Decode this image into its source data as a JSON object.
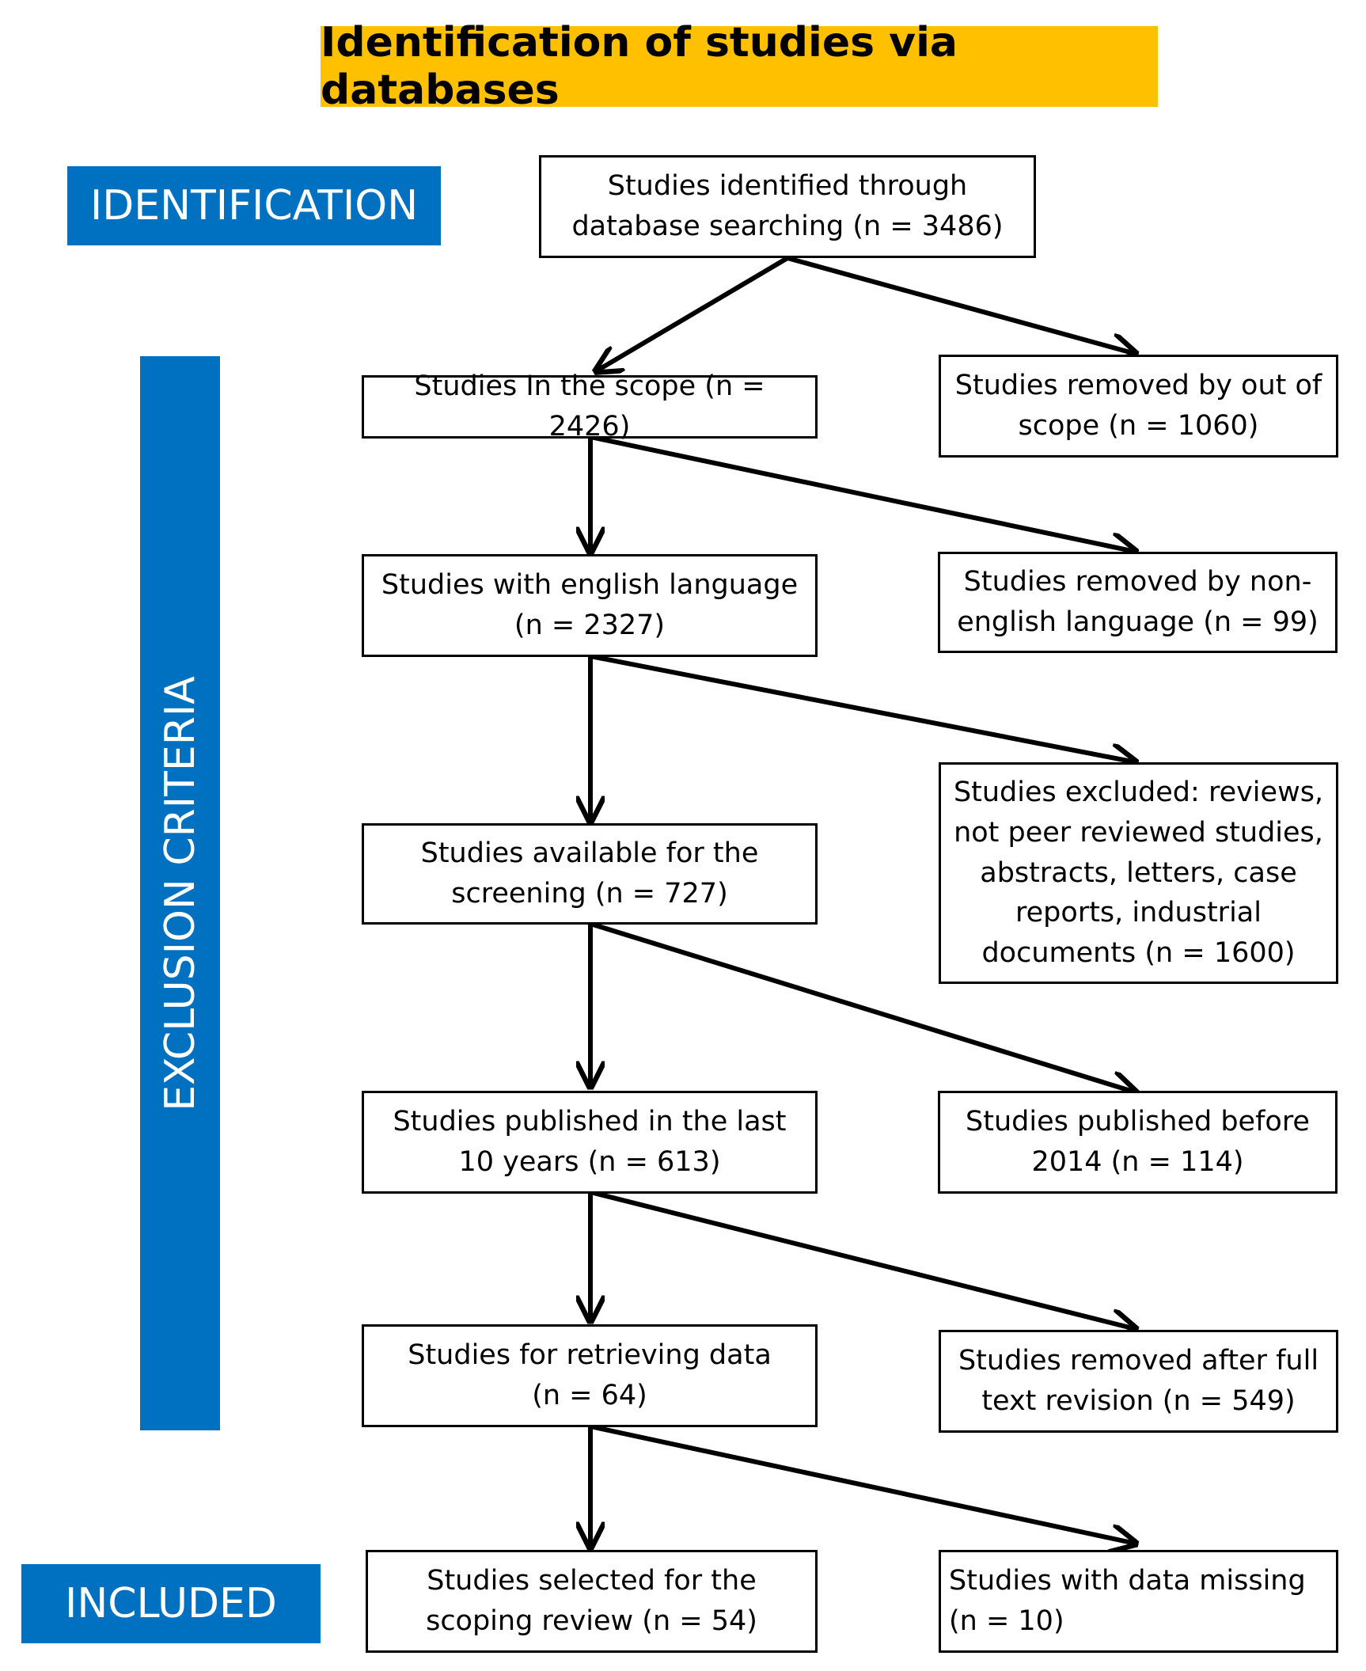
{
  "title": "Identification of studies via databases",
  "stages": {
    "identification": "IDENTIFICATION",
    "exclusion": "EXCLUSION CRITERIA",
    "included": "INCLUDED"
  },
  "boxes": {
    "identified": "Studies identified through\ndatabase searching (n = 3486)",
    "in_scope": "Studies In the scope (n = 2426)",
    "out_scope": "Studies removed by out of\nscope (n = 1060)",
    "english": "Studies with english language\n(n = 2327)",
    "non_english": "Studies removed by non-\nenglish language (n = 99)",
    "available": "Studies available for the\nscreening (n = 727)",
    "excluded": "Studies excluded: reviews,\nnot peer reviewed studies,\nabstracts, letters, case\nreports,  industrial\ndocuments (n = 1600)",
    "last10": "Studies published in the last\n10 years (n = 613)",
    "before2014": "Studies published before\n2014 (n = 114)",
    "retrieving": "Studies for retrieving data\n(n = 64)",
    "fulltext": "Studies removed after full\ntext revision (n = 549)",
    "selected": "Studies selected for the\nscoping review (n = 54)",
    "missing": "Studies with data missing\n(n = 10)"
  },
  "colors": {
    "banner": "#FFC000",
    "stage": "#0070C0",
    "stage_text": "#FFFFFF",
    "line": "#000000"
  }
}
